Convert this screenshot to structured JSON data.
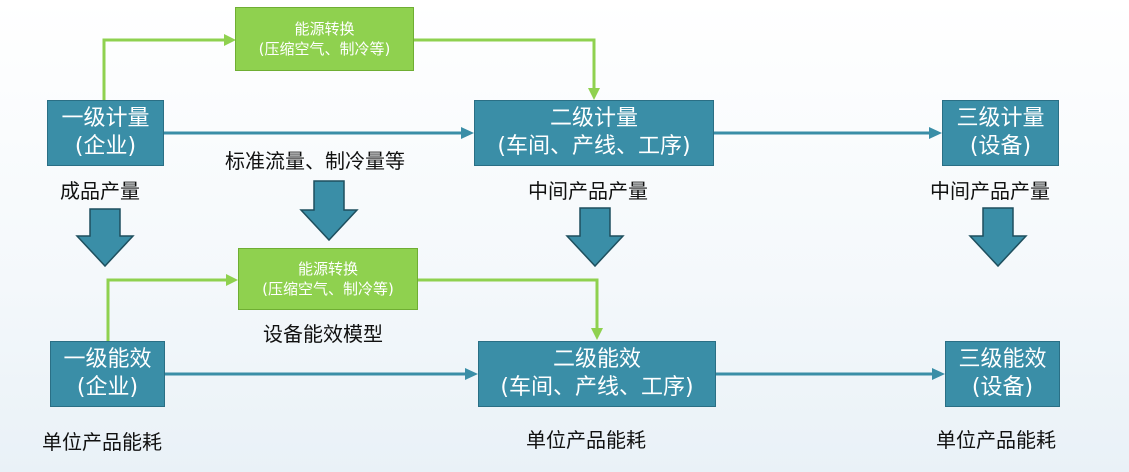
{
  "nodes": {
    "meter1": {
      "title": "一级计量",
      "sub": "(企业)",
      "caption": "成品产量"
    },
    "meter2": {
      "title": "二级计量",
      "sub": "(车间、产线、工序)",
      "caption": "中间产品产量"
    },
    "meter3": {
      "title": "三级计量",
      "sub": "(设备)",
      "caption": "中间产品产量"
    },
    "eff1": {
      "title": "一级能效",
      "sub": "(企业)",
      "caption": "单位产品能耗"
    },
    "eff2": {
      "title": "二级能效",
      "sub": "(车间、产线、工序)",
      "caption": "单位产品能耗"
    },
    "eff3": {
      "title": "三级能效",
      "sub": "(设备)",
      "caption": "单位产品能耗"
    },
    "conv_top": {
      "title": "能源转换",
      "sub": "(压缩空气、制冷等)"
    },
    "conv_bottom": {
      "title": "能源转换",
      "sub": "(压缩空气、制冷等)"
    }
  },
  "labels": {
    "flow": "标准流量、制冷量等",
    "model": "设备能效模型"
  },
  "colors": {
    "teal_box": "#3a8ea7",
    "green_box": "#8fd14f",
    "green_line": "#8fd14f",
    "teal_arrow": "#3a8ea7"
  }
}
